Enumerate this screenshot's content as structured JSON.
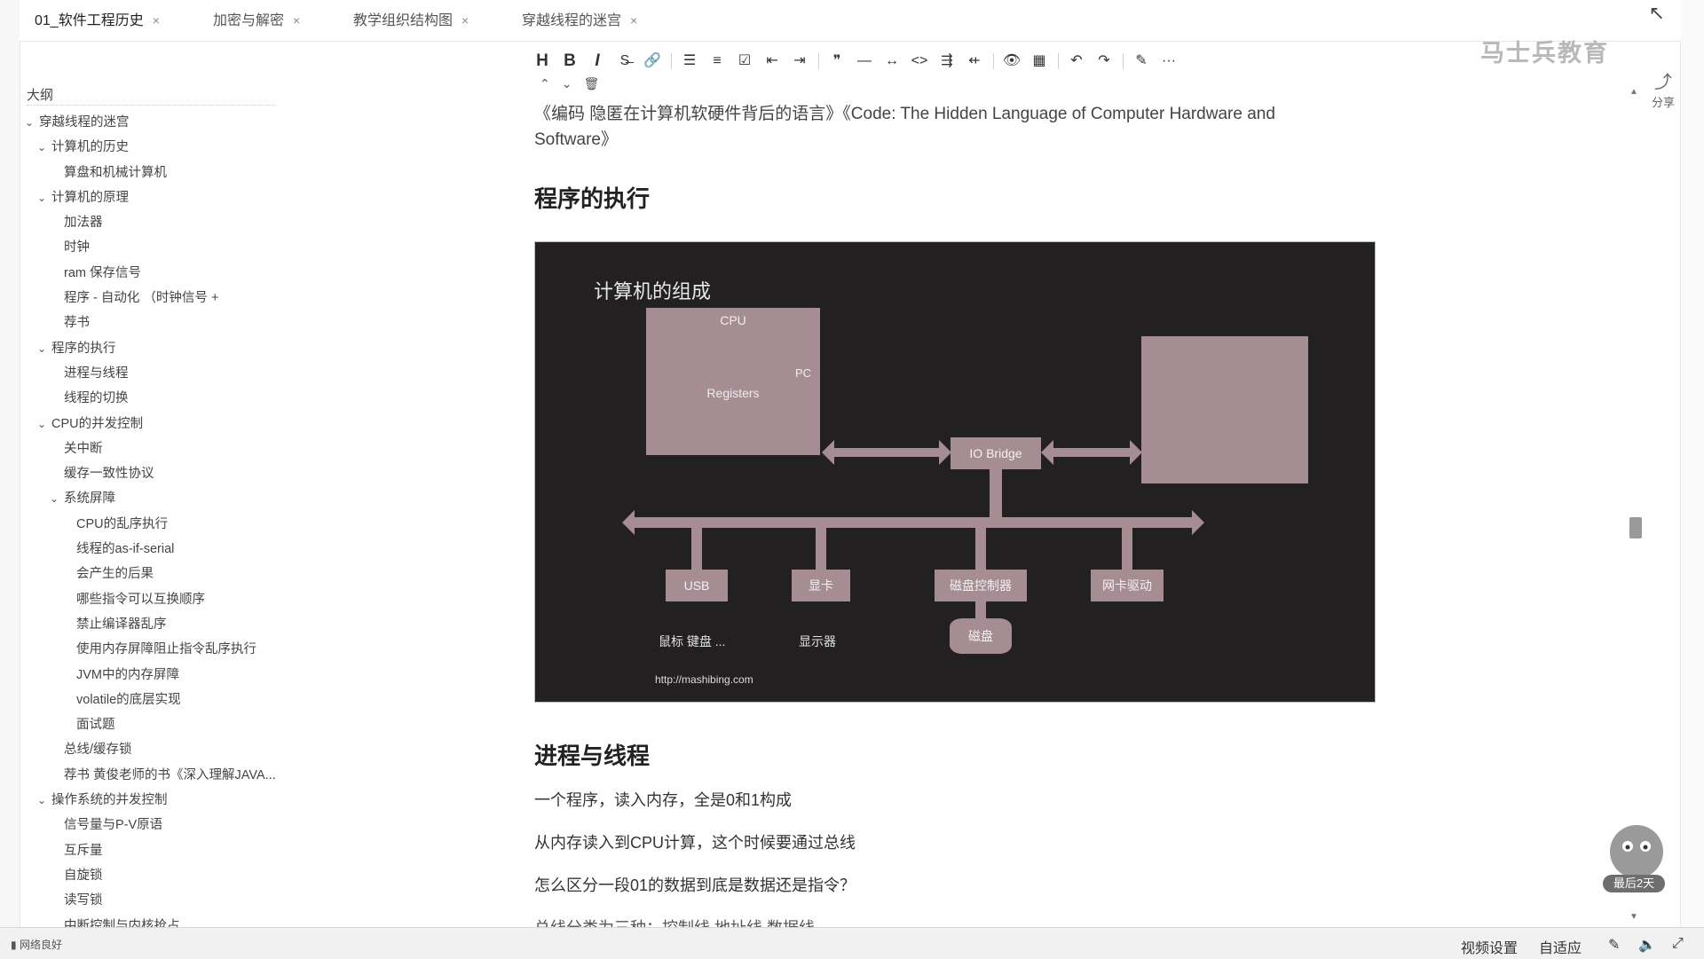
{
  "tabs": [
    {
      "label": "01_软件工程历史",
      "active": true
    },
    {
      "label": "加密与解密",
      "active": false
    },
    {
      "label": "教学组织结构图",
      "active": false
    },
    {
      "label": "穿越线程的迷宫",
      "active": false
    }
  ],
  "tab_close_glyph": "×",
  "window_close_glyph": "↖",
  "toolbar": {
    "row1": [
      "H",
      "B",
      "I",
      "S̶",
      "🔗",
      "☰",
      "≡",
      "☑",
      "⇤",
      "⇥",
      "❞",
      "—",
      "↔",
      "<>",
      "⇶",
      "⇷",
      "👁",
      "▦",
      "↶",
      "↷",
      "✎",
      "···"
    ],
    "row2": [
      "⌃",
      "⌄",
      "🗑"
    ]
  },
  "brand": "马士兵教育",
  "share": {
    "label": "分享",
    "icon": "share-icon"
  },
  "outline": {
    "title": "大纲",
    "items": [
      {
        "label": "穿越线程的迷宫",
        "level": 0,
        "caret": "v"
      },
      {
        "label": "计算机的历史",
        "level": 1,
        "caret": "v"
      },
      {
        "label": "算盘和机械计算机",
        "level": 2,
        "caret": ""
      },
      {
        "label": "计算机的原理",
        "level": 1,
        "caret": "v"
      },
      {
        "label": "加法器",
        "level": 2,
        "caret": ""
      },
      {
        "label": "时钟",
        "level": 2,
        "caret": ""
      },
      {
        "label": "ram 保存信号",
        "level": 2,
        "caret": ""
      },
      {
        "label": "程序 - 自动化 （时钟信号 +",
        "level": 2,
        "caret": ""
      },
      {
        "label": "荐书",
        "level": 2,
        "caret": ""
      },
      {
        "label": "程序的执行",
        "level": 1,
        "caret": "v"
      },
      {
        "label": "进程与线程",
        "level": 2,
        "caret": ""
      },
      {
        "label": "线程的切换",
        "level": 2,
        "caret": ""
      },
      {
        "label": "CPU的并发控制",
        "level": 1,
        "caret": "v"
      },
      {
        "label": "关中断",
        "level": 2,
        "caret": ""
      },
      {
        "label": "缓存一致性协议",
        "level": 2,
        "caret": ""
      },
      {
        "label": "系统屏障",
        "level": 2,
        "caret": "v"
      },
      {
        "label": "CPU的乱序执行",
        "level": 3,
        "caret": ""
      },
      {
        "label": "线程的as-if-serial",
        "level": 3,
        "caret": ""
      },
      {
        "label": "会产生的后果",
        "level": 3,
        "caret": ""
      },
      {
        "label": "哪些指令可以互换顺序",
        "level": 3,
        "caret": ""
      },
      {
        "label": "禁止编译器乱序",
        "level": 3,
        "caret": ""
      },
      {
        "label": "使用内存屏障阻止指令乱序执行",
        "level": 3,
        "caret": ""
      },
      {
        "label": "JVM中的内存屏障",
        "level": 3,
        "caret": ""
      },
      {
        "label": "volatile的底层实现",
        "level": 3,
        "caret": ""
      },
      {
        "label": "面试题",
        "level": 3,
        "caret": ""
      },
      {
        "label": "总线/缓存锁",
        "level": 2,
        "caret": ""
      },
      {
        "label": "荐书 黄俊老师的书《深入理解JAVA...",
        "level": 2,
        "caret": ""
      },
      {
        "label": "操作系统的并发控制",
        "level": 1,
        "caret": "v"
      },
      {
        "label": "信号量与P-V原语",
        "level": 2,
        "caret": ""
      },
      {
        "label": "互斥量",
        "level": 2,
        "caret": ""
      },
      {
        "label": "自旋锁",
        "level": 2,
        "caret": ""
      },
      {
        "label": "读写锁",
        "level": 2,
        "caret": ""
      },
      {
        "label": "中断控制与内核抢占",
        "level": 2,
        "caret": ""
      }
    ]
  },
  "content": {
    "reference": "《编码 隐匿在计算机软硬件背后的语言》《Code: The Hidden Language of Computer Hardware and Software》",
    "heading1": "程序的执行",
    "heading2": "进程与线程",
    "paragraphs": [
      "一个程序，读入内存，全是0和1构成",
      "从内存读入到CPU计算，这个时候要通过总线",
      "怎么区分一段01的数据到底是数据还是指令？",
      "总线分类为三种：控制线 地址线 数据线"
    ]
  },
  "figure": {
    "title": "计算机的组成",
    "cpu_label": "CPU",
    "registers_label": "Registers",
    "pc_label": "PC",
    "io_bridge_label": "IO Bridge",
    "devices": [
      {
        "label": "USB",
        "caption": "鼠标 键盘 ..."
      },
      {
        "label": "显卡",
        "caption": "显示器"
      },
      {
        "label": "磁盘控制器",
        "caption": ""
      },
      {
        "label": "网卡驱动",
        "caption": ""
      }
    ],
    "disk_label": "磁盘",
    "url": "http://mashibing.com",
    "colors": {
      "background": "#232022",
      "block": "#a68c93"
    }
  },
  "mascot_badge": "最后2天",
  "statusbar": {
    "network": "网络良好",
    "video_settings": "视频设置",
    "auto_fit": "自适应"
  }
}
